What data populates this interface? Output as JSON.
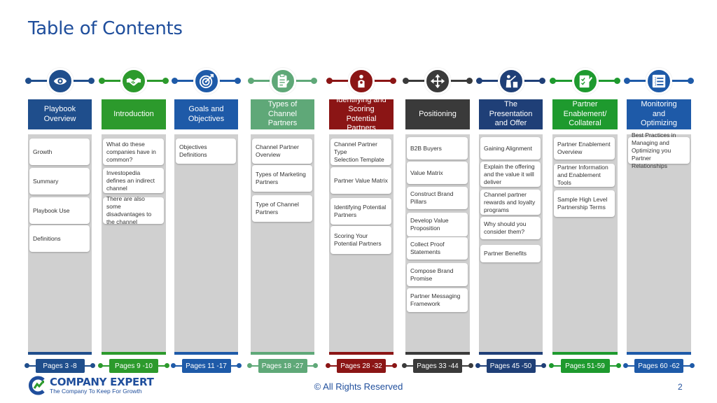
{
  "title": "Table of Contents",
  "footer": {
    "rights": "© All Rights Reserved",
    "page_number": "2",
    "logo_name": "COMPANY EXPERT",
    "logo_tagline": "The Company To Keep For Growth"
  },
  "columns": [
    {
      "header": [
        "Playbook",
        "Overview"
      ],
      "icon": "eye-icon",
      "color": "#1f4e8c",
      "pages": "Pages 3 -8",
      "items": [
        {
          "lines": [
            "Growth"
          ]
        },
        {
          "lines": [
            "Summary"
          ]
        },
        {
          "lines": [
            "Playbook Use"
          ]
        },
        {
          "lines": [
            "Definitions"
          ]
        }
      ]
    },
    {
      "header": [
        "Introduction"
      ],
      "icon": "handshake-icon",
      "color": "#2c9a2c",
      "pages": "Pages 9 -10",
      "items": [
        {
          "lines": [
            "What do these",
            "companies have in",
            "common?"
          ]
        },
        {
          "lines": [
            "Investopedia",
            "defines an indirect",
            "channel"
          ]
        },
        {
          "lines": [
            "There are also some",
            "disadvantages to",
            "the channel"
          ]
        }
      ]
    },
    {
      "header": [
        "Goals and",
        "Objectives"
      ],
      "icon": "target-icon",
      "color": "#1e5aa8",
      "pages": "Pages 11 -17",
      "items": [
        {
          "lines": [
            "Objectives",
            "Definitions"
          ]
        }
      ]
    },
    {
      "header": [
        "Types of Channel",
        "Partners"
      ],
      "icon": "clipboard-icon",
      "color": "#5fa878",
      "pages": "Pages 18 -27",
      "items": [
        {
          "lines": [
            "Channel Partner",
            "Overview"
          ]
        },
        {
          "lines": [
            "Types of Marketing",
            "Partners"
          ]
        },
        {
          "lines": [
            "Type of Channel",
            "Partners"
          ]
        }
      ]
    },
    {
      "header": [
        "Identifying and",
        "Scoring",
        "Potential Partners"
      ],
      "icon": "person-search-icon",
      "color": "#8b1515",
      "pages": "Pages 28 -32",
      "items": [
        {
          "lines": [
            "Channel Partner Type",
            "Selection Template"
          ]
        },
        {
          "lines": [
            "Partner Value Matrix"
          ]
        },
        {
          "lines": [
            "Identifying Potential",
            "Partners"
          ]
        },
        {
          "lines": [
            "Scoring Your",
            "Potential Partners"
          ]
        }
      ]
    },
    {
      "header": [
        "Positioning"
      ],
      "icon": "move-arrows-icon",
      "color": "#3a3a3a",
      "pages": "Pages 33 -44",
      "items": [
        {
          "lines": [
            "B2B Buyers"
          ]
        },
        {
          "lines": [
            "Value Matrix"
          ]
        },
        {
          "lines": [
            "Construct Brand",
            "Pillars"
          ]
        },
        {
          "lines": [
            "Develop Value",
            "Proposition"
          ]
        },
        {
          "lines": [
            "Collect Proof",
            "Statements"
          ]
        },
        {
          "lines": [
            "Compose Brand",
            "Promise"
          ]
        },
        {
          "lines": [
            "Partner Messaging",
            "Framework"
          ]
        }
      ]
    },
    {
      "header": [
        "The",
        "Presentation",
        "and Offer"
      ],
      "icon": "presenter-icon",
      "color": "#1f3f77",
      "pages": "Pages 45 -50",
      "items": [
        {
          "lines": [
            "Gaining Alignment"
          ]
        },
        {
          "lines": [
            "Explain the offering",
            "and the value it will",
            "deliver"
          ]
        },
        {
          "lines": [
            "Channel partner",
            "rewards and loyalty",
            "programs"
          ]
        },
        {
          "lines": [
            "Why should you",
            "consider them?"
          ]
        },
        {
          "lines": [
            "Partner Benefits"
          ]
        }
      ]
    },
    {
      "header": [
        "Partner",
        "Enablement/",
        "Collateral"
      ],
      "icon": "checklist-icon",
      "color": "#1e9a2e",
      "pages": "Pages 51-59",
      "items": [
        {
          "lines": [
            "Partner Enablement",
            "Overview"
          ]
        },
        {
          "lines": [
            "Partner Information",
            "and Enablement Tools"
          ]
        },
        {
          "lines": [
            "Sample High Level",
            "Partnership Terms"
          ]
        }
      ]
    },
    {
      "header": [
        "Monitoring",
        "and",
        "Optimizing"
      ],
      "icon": "numbered-list-icon",
      "color": "#1e5aa8",
      "pages": "Pages 60 -62",
      "items": [
        {
          "lines": [
            "Best Practices in",
            "Managing and",
            "Optimizing you",
            "Partner Relationships"
          ]
        }
      ]
    }
  ]
}
